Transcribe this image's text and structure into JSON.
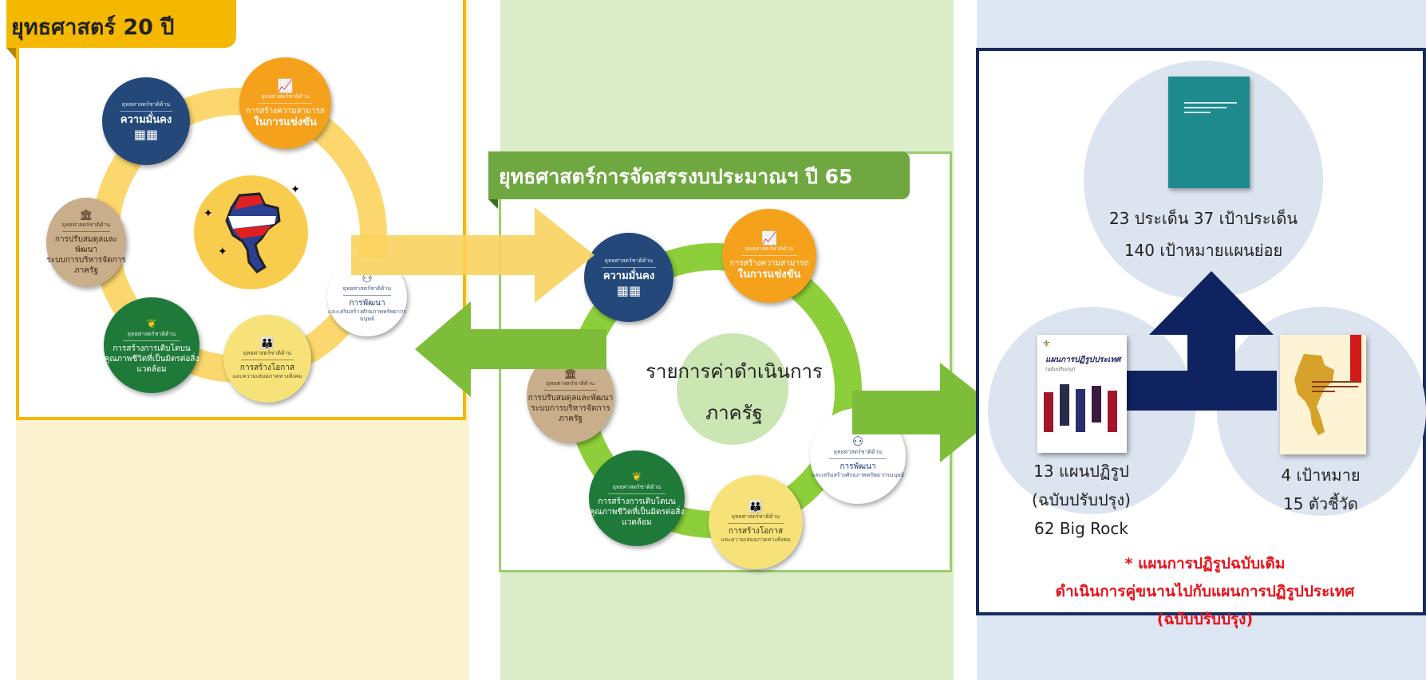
{
  "panel_left": {
    "title": "ยุทธศาสตร์ 20 ปี",
    "center_icon": "thailand-map-icon"
  },
  "panel_middle": {
    "title": "ยุทธศาสตร์การจัดสรรงบประมาณฯ ปี 65",
    "center_line1": "รายการค่าดำเนินการ",
    "center_line2": "ภาครัฐ"
  },
  "strategies": [
    {
      "small": "ยุทธศาสตร์ชาติด้าน",
      "big": "ความมั่นคง",
      "sub": "",
      "icon": "fence-flag-icon",
      "color": "#24487a"
    },
    {
      "small": "ยุทธศาสตร์ชาติด้าน",
      "big": "การสร้างความสามารถ",
      "sub": "ในการแข่งขัน",
      "icon": "growth-chart-icon",
      "color": "#f5a11c"
    },
    {
      "small": "ยุทธศาสตร์ชาติด้าน",
      "big": "การพัฒนา",
      "sub": "และเสริมสร้างศักยภาพทรัพยากรมนุษย์",
      "icon": "people-care-icon",
      "color": "#ffffff"
    },
    {
      "small": "ยุทธศาสตร์ชาติด้าน",
      "big": "การสร้างโอกาส",
      "sub": "และความเสมอภาคทางสังคม",
      "icon": "people-group-icon",
      "color": "#f7e27a"
    },
    {
      "small": "ยุทธศาสตร์ชาติด้าน",
      "big": "การสร้างการเติบโตบน",
      "sub": "คุณภาพชีวิตที่เป็นมิตรต่อสิ่งแวดล้อม",
      "icon": "plant-hands-icon",
      "color": "#1f7a3a"
    },
    {
      "small": "ยุทธศาสตร์ชาติด้าน",
      "big": "การปรับสมดุลและพัฒนา",
      "sub": "ระบบการบริหารจัดการภาครัฐ",
      "icon": "government-building-icon",
      "color": "#c8ae8a"
    }
  ],
  "panel_right": {
    "top_caption_line1": "23 ประเด็น  37 เป้าประเด็น",
    "top_caption_line2": "140 เป้าหมายแผนย่อย",
    "left_caption_line1": "13 แผนปฏิรูป",
    "left_caption_line2": "(ฉบับปรับปรุง)",
    "left_caption_line3": "62 Big Rock",
    "right_caption_line1": "4 เป้าหมาย",
    "right_caption_line2": "15 ตัวชี้วัด",
    "note_line1": "* แผนการปฏิรูปฉบับเดิม",
    "note_line2": "ดำเนินการคู่ขนานไปกับแผนการปฏิรูปประเทศ",
    "note_line3": "(ฉบับปรับปรุง)",
    "book_left_title": "แผนการปฏิรูปประเทศ",
    "book_left_sub": "(ฉบับปรับปรุง)"
  },
  "colors": {
    "left_bg": "#fdf2cf",
    "left_border": "#f5b800",
    "middle_bg": "#dbedc9",
    "middle_header": "#6fa840",
    "right_bg": "#dde6f3",
    "right_border": "#1a2a5c",
    "navy_arrow": "#0f2360",
    "green_arrow": "#7dbd3a",
    "yellow_arrow": "#fad35e",
    "note_red": "#e8101a"
  }
}
